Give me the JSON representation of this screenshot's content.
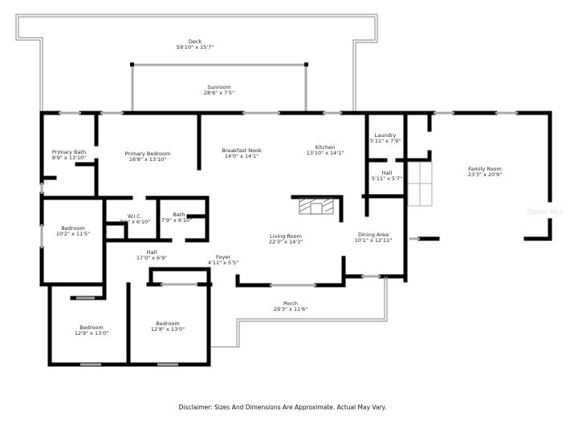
{
  "rooms": {
    "deck": {
      "name": "Deck",
      "dims": "59'10\" x 15'7\""
    },
    "sunroom": {
      "name": "Sunroom",
      "dims": "28'6\" x 7'5\""
    },
    "primary_bath": {
      "name": "Primary Bath",
      "dims": "8'9\" x 13'10\""
    },
    "primary_bedroom": {
      "name": "Primary Bedroom",
      "dims": "16'8\" x 13'10\""
    },
    "breakfast_nook": {
      "name": "Breakfast Nook",
      "dims": "14'0\" x 14'1\""
    },
    "kitchen": {
      "name": "Kitchen",
      "dims": "13'10\" x 14'1\""
    },
    "laundry": {
      "name": "Laundry",
      "dims": "5'11\" x 7'9\""
    },
    "hall_small": {
      "name": "Hall",
      "dims": "5'11\" x 5'7\""
    },
    "family_room": {
      "name": "Family Room",
      "dims": "23'3\" x 20'9\""
    },
    "bedroom_1": {
      "name": "Bedroom",
      "dims": "10'2\" x 11'5\""
    },
    "wic": {
      "name": "W.I.C.",
      "dims": "8'6\" x 6'10\""
    },
    "bath": {
      "name": "Bath",
      "dims": "7'9\" x 6'10\""
    },
    "living_room": {
      "name": "Living Room",
      "dims": "22'3\" x 14'3\""
    },
    "dining_area": {
      "name": "Dining Area",
      "dims": "10'1\" x 12'11\""
    },
    "hall": {
      "name": "Hall",
      "dims": "17'0\" x 6'9\""
    },
    "foyer": {
      "name": "Foyer",
      "dims": "4'11\" x 5'5\""
    },
    "porch": {
      "name": "Porch",
      "dims": "29'3\" x 11'6\""
    },
    "bedroom_2": {
      "name": "Bedroom",
      "dims": "12'9\" x 13'0\""
    },
    "bedroom_3": {
      "name": "Bedroom",
      "dims": "12'8\" x 13'0\""
    }
  },
  "watermark": "Stellar MLS",
  "disclaimer": "Disclaimer: Sizes And Dimensions Are Approximate. Actual May Vary."
}
